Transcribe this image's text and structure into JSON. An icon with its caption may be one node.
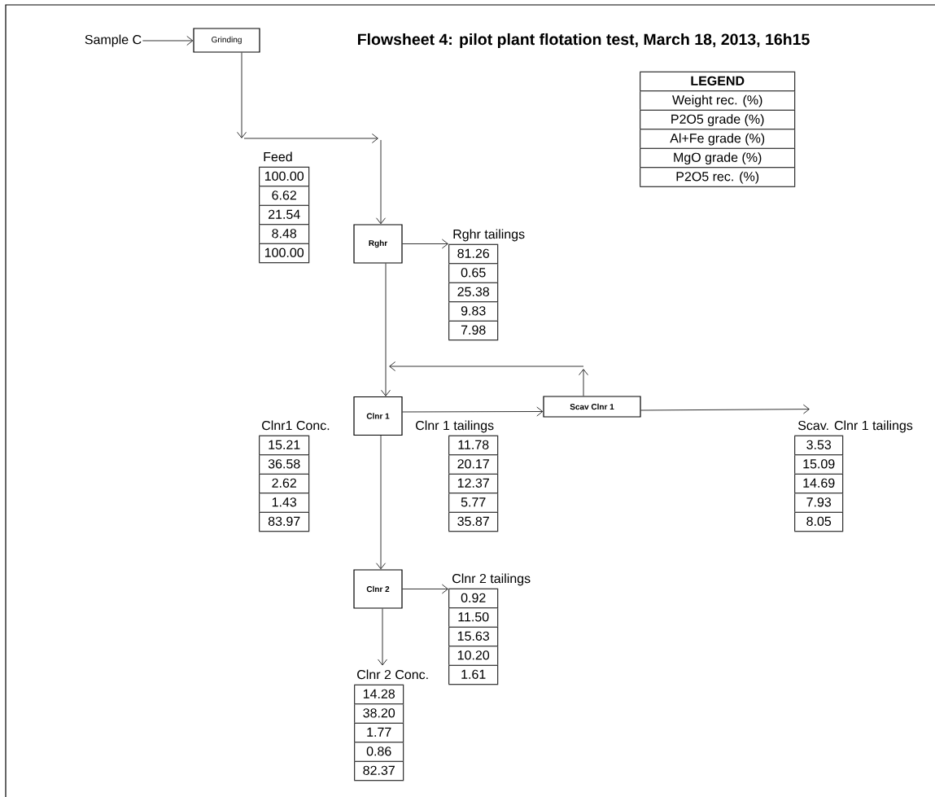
{
  "diagram": {
    "title": "Flowsheet 4: pilot plant flotation test, March 18, 2013, 16h15",
    "nodes": [
      {
        "text": [
          "Sample C"
        ]
      },
      {
        "text": [
          "Grinding"
        ]
      },
      {
        "text": [
          "Feed",
          "100.00",
          "6.62",
          "21.54",
          "8.48",
          "100.00"
        ]
      },
      {
        "text": [
          "Rghr"
        ]
      },
      {
        "text": [
          "Rghr tailings",
          "81.26",
          "0.65",
          "25.38",
          "9.83",
          "7.98"
        ]
      },
      {
        "text": [
          "Clnr 1"
        ]
      },
      {
        "text": [
          "Scav Clnr 1"
        ]
      },
      {
        "text": [
          "Clnr1 Conc.",
          "15.21",
          "36.58",
          "2.62",
          "1.43",
          "83.97"
        ]
      },
      {
        "text": [
          "Clnr 1 tailings",
          "11.78",
          "20.17",
          "12.37",
          "5.77",
          "35.87"
        ]
      },
      {
        "text": [
          "Scav. Clnr 1 tailings",
          "3.53",
          "15.09",
          "14.69",
          "7.93",
          "8.05"
        ]
      },
      {
        "text": [
          "Clnr 2"
        ]
      },
      {
        "text": [
          "Clnr 2 tailings",
          "0.92",
          "11.50",
          "15.63",
          "10.20",
          "1.61"
        ]
      },
      {
        "text": [
          "Clnr 2 Conc.",
          "14.28",
          "38.20",
          "1.77",
          "0.86",
          "82.37"
        ]
      },
      {
        "text": [
          "LEGEND",
          "Weight rec. (%)",
          "P2O5 grade (%)",
          "Al+Fe grade (%)",
          "MgO grade (%)",
          "P2O5 rec. (%)"
        ]
      }
    ],
    "edges": [
      {
        "from": 0,
        "to": 1,
        "arrow": "to"
      },
      {
        "from": 1,
        "to": 3,
        "arrow": "to"
      },
      {
        "from": 3,
        "to": 4,
        "arrow": "to"
      },
      {
        "from": 3,
        "to": 5,
        "arrow": "to"
      },
      {
        "from": 5,
        "to": 6,
        "arrow": "to"
      },
      {
        "from": 6,
        "to": 9,
        "arrow": "to"
      },
      {
        "from": 6,
        "to": null,
        "arrow": "to"
      },
      {
        "from": 5,
        "to": 10,
        "arrow": "to"
      },
      {
        "from": 10,
        "to": 11,
        "arrow": "to"
      },
      {
        "from": 10,
        "to": 12,
        "arrow": "to"
      }
    ]
  }
}
